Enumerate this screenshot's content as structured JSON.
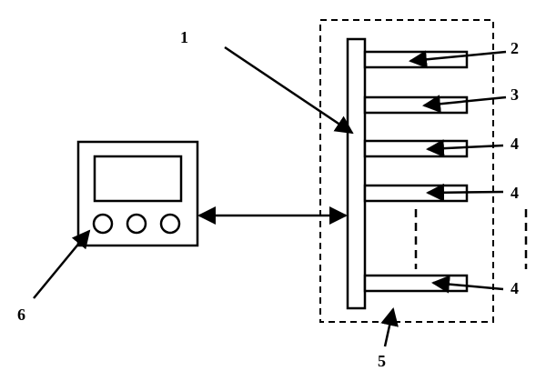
{
  "labels": {
    "bus": "1",
    "module_a": "2",
    "module_b": "3",
    "module_c1": "4",
    "module_c2": "4",
    "module_c3": "4",
    "enclosure": "5",
    "controller": "6"
  },
  "colors": {
    "stroke": "#000000",
    "background": "#ffffff"
  }
}
